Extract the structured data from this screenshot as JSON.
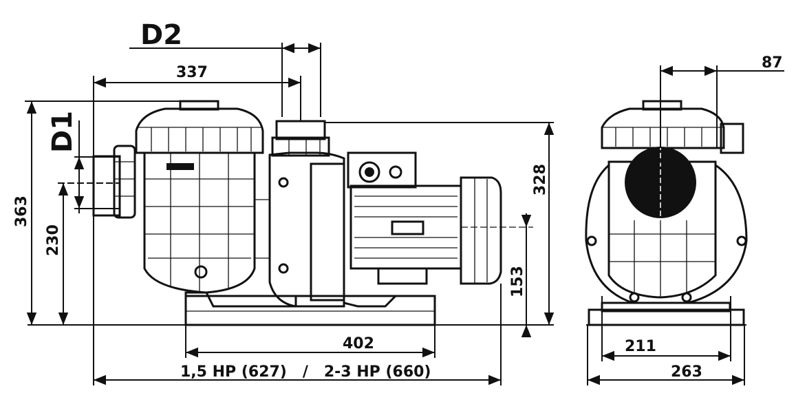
{
  "labels": {
    "d2": "D2",
    "d1": "D1",
    "w337": "337",
    "h363": "363",
    "h230": "230",
    "h328": "328",
    "h153": "153",
    "w402": "402",
    "hp": "1,5 HP (627)   /   2-3 HP (660)",
    "w87": "87",
    "w211": "211",
    "w263": "263"
  }
}
